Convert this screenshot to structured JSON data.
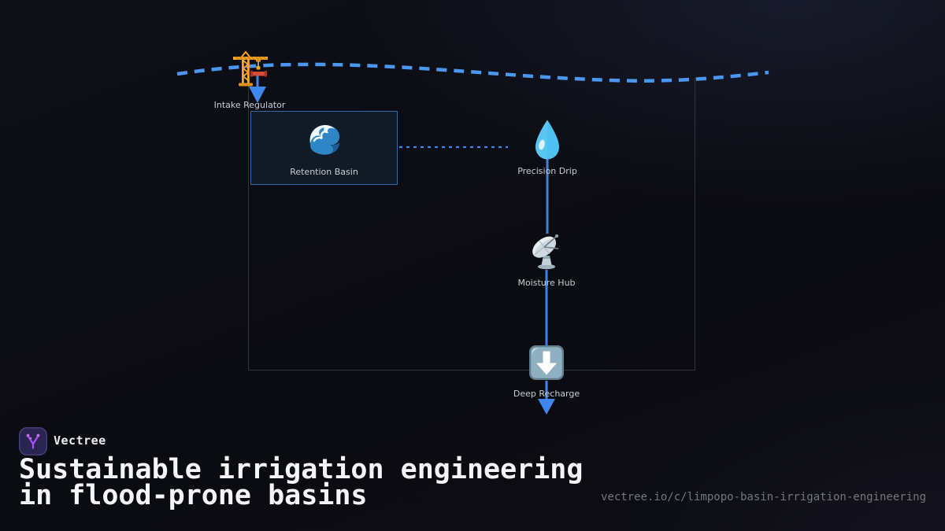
{
  "diagram": {
    "nodes": [
      {
        "id": "intake-regulator",
        "label": "Intake Regulator",
        "icon": "crane-icon"
      },
      {
        "id": "retention-basin",
        "label": "Retention Basin",
        "icon": "wave-icon"
      },
      {
        "id": "precision-drip",
        "label": "Precision Drip",
        "icon": "droplet-icon"
      },
      {
        "id": "moisture-hub",
        "label": "Moisture Hub",
        "icon": "satellite-dish-icon"
      },
      {
        "id": "deep-recharge",
        "label": "Deep Recharge",
        "icon": "down-arrow-icon"
      }
    ],
    "edges": [
      {
        "from": "intake-regulator",
        "to": "retention-basin",
        "style": "solid-arrow"
      },
      {
        "from": "retention-basin",
        "to": "precision-drip",
        "style": "dotted"
      },
      {
        "from": "precision-drip",
        "to": "moisture-hub",
        "style": "solid"
      },
      {
        "from": "moisture-hub",
        "to": "deep-recharge",
        "style": "solid"
      },
      {
        "from": "deep-recharge",
        "to": "ground",
        "style": "solid-arrow"
      }
    ],
    "decorations": [
      {
        "id": "water-surface",
        "style": "dashed-wavy-line"
      }
    ],
    "colors": {
      "connector_blue": "#3f86ee",
      "dash_blue": "#4b97f0",
      "label_grey": "#c9cdd2",
      "frame_border": "#31343b",
      "node_box_border": "#2e6daa",
      "node_box_fill": "#111b28"
    }
  },
  "footer": {
    "brand": "Vectree",
    "title": "Sustainable irrigation engineering in flood-prone basins",
    "url": "vectree.io/c/limpopo-basin-irrigation-engineering",
    "colors": {
      "logo_bg": "#2a2450",
      "logo_glyph": "#a452ee"
    }
  }
}
